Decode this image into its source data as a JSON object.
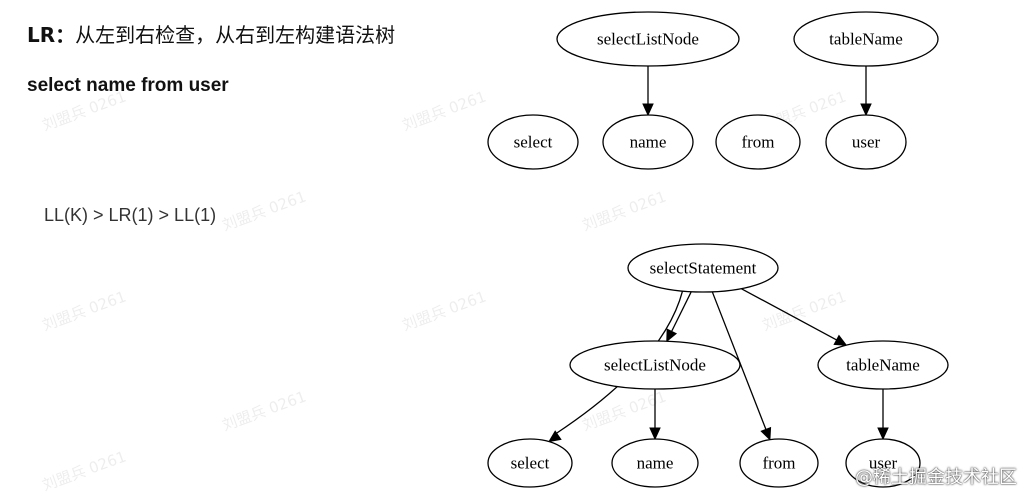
{
  "heading": {
    "bold": "LR：",
    "rest": "从左到右检查，从右到左构建语法树"
  },
  "sql": "select name from user",
  "ordering": "LL(K) > LR(1) > LL(1)",
  "watermark": "刘盟兵 0261",
  "footer": "@稀土掘金技术社区",
  "tree1": {
    "nodes": [
      {
        "id": "sln",
        "label": "selectListNode"
      },
      {
        "id": "tn",
        "label": "tableName"
      },
      {
        "id": "sel",
        "label": "select"
      },
      {
        "id": "name",
        "label": "name"
      },
      {
        "id": "from",
        "label": "from"
      },
      {
        "id": "user",
        "label": "user"
      }
    ],
    "edges": [
      [
        "sln",
        "name"
      ],
      [
        "tn",
        "user"
      ]
    ]
  },
  "tree2": {
    "nodes": [
      {
        "id": "ss",
        "label": "selectStatement"
      },
      {
        "id": "sln",
        "label": "selectListNode"
      },
      {
        "id": "tn",
        "label": "tableName"
      },
      {
        "id": "sel",
        "label": "select"
      },
      {
        "id": "name",
        "label": "name"
      },
      {
        "id": "from",
        "label": "from"
      },
      {
        "id": "user",
        "label": "user"
      }
    ],
    "edges": [
      [
        "ss",
        "sel"
      ],
      [
        "ss",
        "sln"
      ],
      [
        "ss",
        "from"
      ],
      [
        "ss",
        "tn"
      ],
      [
        "sln",
        "name"
      ],
      [
        "tn",
        "user"
      ]
    ]
  }
}
